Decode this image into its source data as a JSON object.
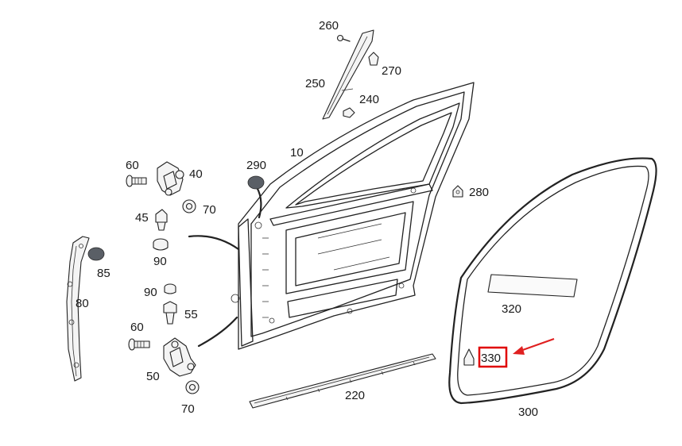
{
  "labels": {
    "p10": "10",
    "p40": "40",
    "p45": "45",
    "p50": "50",
    "p55": "55",
    "p60a": "60",
    "p60b": "60",
    "p70a": "70",
    "p70b": "70",
    "p80": "80",
    "p85": "85",
    "p90a": "90",
    "p90b": "90",
    "p220": "220",
    "p240": "240",
    "p250": "250",
    "p260": "260",
    "p270": "270",
    "p280": "280",
    "p290": "290",
    "p300": "300",
    "p320": "320",
    "p330": "330"
  },
  "highlight": {
    "part": "330",
    "box_color": "#e00000",
    "arrow_color": "#e02020"
  }
}
